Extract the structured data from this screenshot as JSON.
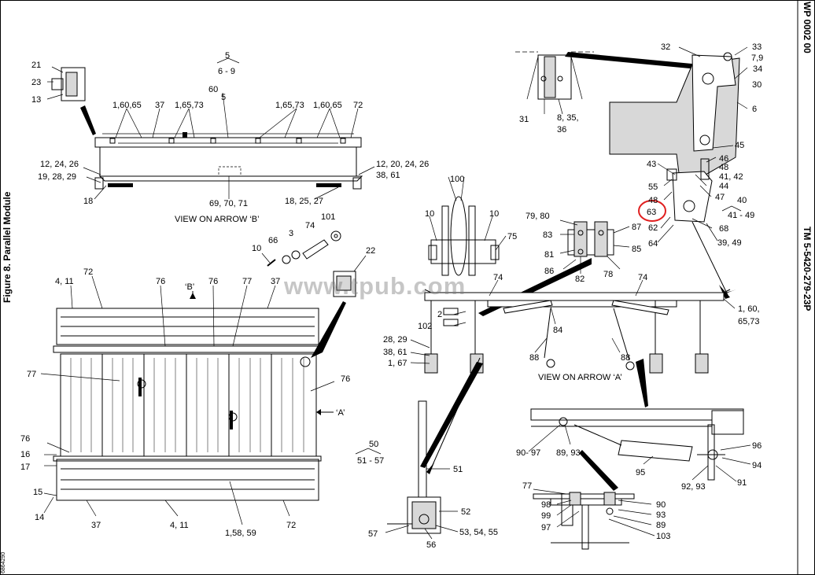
{
  "header": {
    "work_package": "WP 0002 00",
    "technical_manual": "TM 5-5420-279-23P",
    "figure_title": "Figure 8. Parallel Module",
    "drawing_code": "6864290"
  },
  "watermark": "www.tpub.com",
  "view_labels": {
    "view_b": "VIEW ON ARROW ‘B’",
    "view_a": "VIEW ON ARROW ‘A’",
    "arrow_b": "‘B’",
    "arrow_a": "‘A’"
  },
  "callout_groups": [
    {
      "top": "5",
      "bottom": "6 - 9"
    },
    {
      "top": "40",
      "bottom": "41 - 49"
    },
    {
      "top": "50",
      "bottom": "51 - 57"
    }
  ],
  "callouts": {
    "view_b": [
      "21",
      "23",
      "13",
      "1,60,65",
      "37",
      "1,65,73",
      "60",
      "5",
      "1,65,73",
      "1,60,65",
      "72",
      "12, 24, 26",
      "19, 28, 29",
      "18",
      "69, 70, 71",
      "18, 25, 27",
      "12, 20, 24, 26",
      "38, 61"
    ],
    "plan": [
      "4, 11",
      "72",
      "76",
      "76",
      "77",
      "37",
      "77",
      "76",
      "76",
      "16",
      "17",
      "15",
      "14",
      "37",
      "4, 11",
      "1,58, 59",
      "72"
    ],
    "hardware": [
      "10",
      "66",
      "3",
      "74",
      "101",
      "22"
    ],
    "hinge_detail": [
      "31",
      "8, 35,",
      "36",
      "32",
      "33",
      "7,9",
      "34",
      "30",
      "6",
      "45",
      "46",
      "48",
      "43",
      "41, 42",
      "44",
      "55",
      "47",
      "48",
      "63",
      "62",
      "64",
      "68",
      "39, 49"
    ],
    "view_a": [
      "100",
      "10",
      "10",
      "75",
      "79, 80",
      "87",
      "83",
      "85",
      "81",
      "82",
      "86",
      "78",
      "2",
      "102",
      "28, 29",
      "38, 61",
      "1, 67",
      "74",
      "74",
      "84",
      "88",
      "88",
      "1, 60,",
      "65,73"
    ],
    "ramp_handle": [
      "51",
      "52",
      "53, 54, 55",
      "57",
      "56"
    ],
    "strut_detail": [
      "90- 97",
      "89, 93",
      "96",
      "94",
      "95",
      "92, 93",
      "91",
      "77",
      "98",
      "99",
      "97",
      "90",
      "93",
      "89",
      "103"
    ]
  },
  "highlight": {
    "label": "63",
    "color": "#e02020"
  }
}
